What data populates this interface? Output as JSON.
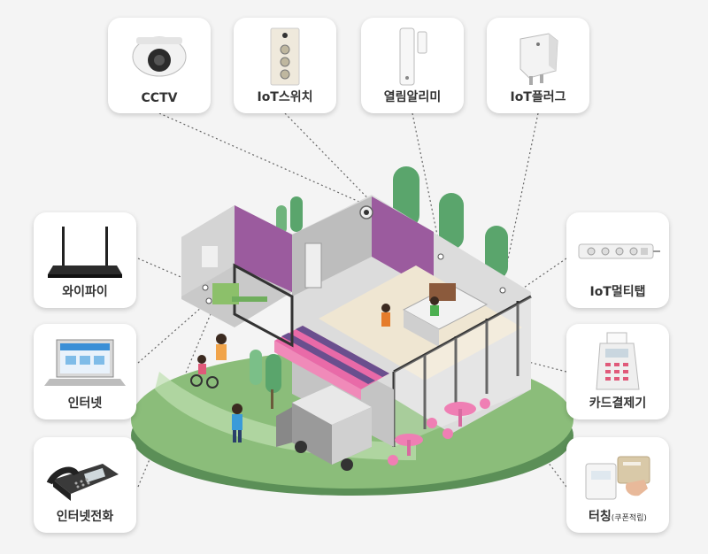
{
  "devices": {
    "cctv": "CCTV",
    "iot_switch": "IoT스위치",
    "open_alarm": "열림알리미",
    "iot_plug": "IoT플러그",
    "wifi": "와이파이",
    "internet": "인터넷",
    "internet_phone": "인터넷전화",
    "iot_multitap": "IoT멀티탭",
    "card_payment": "카드결제기",
    "touch": "터칭",
    "touch_note": "(쿠폰적립)"
  }
}
